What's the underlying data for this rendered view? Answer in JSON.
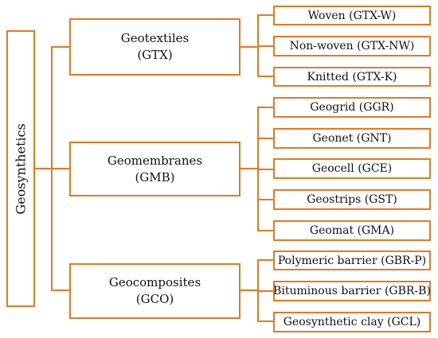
{
  "root": {
    "label": "Geosynthetics"
  },
  "categories": [
    {
      "name": "Geotextiles",
      "code": "(GTX)",
      "items": [
        "Woven (GTX-W)",
        "Non-woven (GTX-NW)",
        "Knitted (GTX-K)"
      ]
    },
    {
      "name": "Geomembranes",
      "code": "(GMB)",
      "items": [
        "Geogrid (GGR)",
        "Geonet (GNT)",
        "Geocell (GCE)",
        "Geostrips (GST)",
        "Geomat (GMA)"
      ]
    },
    {
      "name": "Geocomposites",
      "code": "(GCO)",
      "items": [
        "Polymeric barrier (GBR-P)",
        "Bituminous barrier (GBR-B)",
        "Geosynthetic clay (GCL)"
      ]
    }
  ],
  "colors": {
    "line": "#e87722",
    "box_fill": "#ffffff",
    "text": "#111111"
  }
}
